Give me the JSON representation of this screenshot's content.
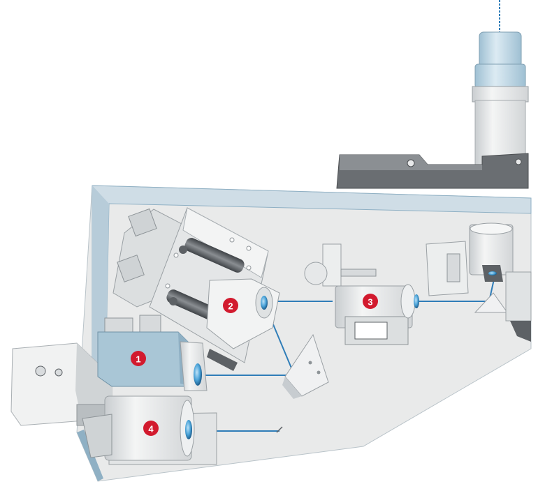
{
  "markers": [
    {
      "id": "m1",
      "label": "1"
    },
    {
      "id": "m2",
      "label": "2"
    },
    {
      "id": "m3",
      "label": "3"
    },
    {
      "id": "m4",
      "label": "4"
    }
  ],
  "colors": {
    "background": "#ffffff",
    "baseplate": "#e9eaea",
    "rim": "#cfdde6",
    "rim_edge": "#8fb0c4",
    "beam": "#2f7db8",
    "marker_fill": "#d21a2e",
    "housing": "#eceeee",
    "housing_shade": "#c9ccce",
    "dark_part": "#5d6165",
    "module_blue": "#a9c6d6",
    "lens": "#4aa3d8"
  },
  "icons": [
    "optical-bench",
    "laser-beam",
    "mirror-mount",
    "eyepiece",
    "prism-mirror",
    "lens"
  ]
}
